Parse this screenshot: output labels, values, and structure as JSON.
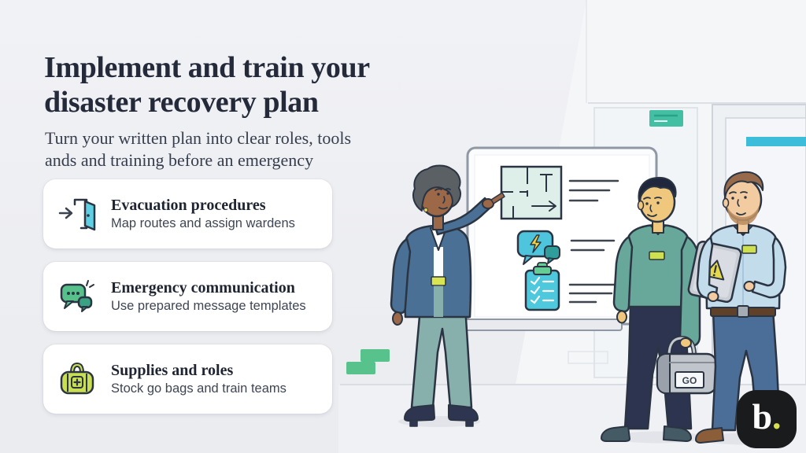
{
  "header": {
    "title_lines": [
      "Implement and train your",
      "disaster recovery plan"
    ],
    "subtitle_lines": [
      "Turn your written plan into clear roles, tools",
      "ands and training before an emergency"
    ]
  },
  "cards": [
    {
      "icon": "exit-door-icon",
      "title": "Evacuation procedures",
      "description": "Map routes and assign wardens"
    },
    {
      "icon": "chat-bubbles-icon",
      "title": "Emergency communication",
      "description": "Use prepared message templates"
    },
    {
      "icon": "go-bag-icon",
      "title": "Supplies and roles",
      "description": "Stock go bags and train teams"
    }
  ],
  "illustration": {
    "go_bag_label": "GO",
    "whiteboard_icons": [
      "floor-plan-exit-arrow-icon",
      "alert-chat-bubble-icon",
      "checklist-clipboard-icon"
    ]
  },
  "logo": {
    "letter": "b",
    "dot": "."
  },
  "colors": {
    "background": "#edeef2",
    "title_text": "#242a3a",
    "body_text": "#3e4554",
    "card_background": "#ffffff",
    "green_accent": "#57c28c",
    "cyan_accent": "#4ec5dc",
    "lime_accent": "#cade52",
    "teal_sign": "#43bfa3",
    "cyan_bar": "#3dbdd9",
    "outline": "#2b3442",
    "logo_background": "#1a1b1d",
    "logo_dot": "#d6e24c"
  }
}
